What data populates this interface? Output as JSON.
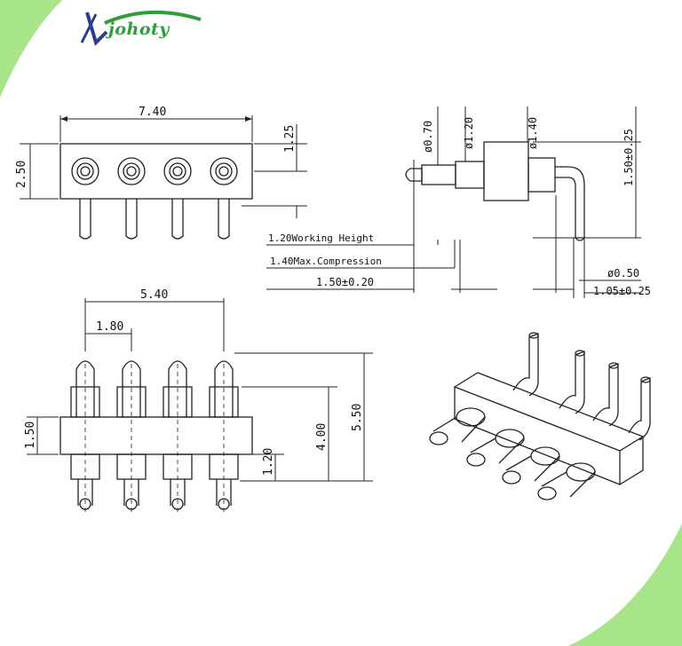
{
  "brand": {
    "name": "johoty",
    "accent": "#9be07a",
    "logo_green": "#2e9e3a",
    "logo_blue": "#2a3e8c"
  },
  "dims": {
    "front_width": "7.40",
    "front_height": "2.50",
    "front_hole_offset": "1.25",
    "side_d070": "ø0.70",
    "side_d120": "ø1.20",
    "side_d140": "ø1.40",
    "side_150_025": "1.50±0.25",
    "working_height": "1.20Working Height",
    "max_compression": "1.40Max.Compression",
    "side_150_020": "1.50±0.20",
    "side_d050": "ø0.50",
    "side_105_025": "1.05±0.25",
    "top_width": "5.40",
    "top_pitch": "1.80",
    "top_150": "1.50",
    "top_400": "4.00",
    "top_550": "5.50",
    "top_120": "1.20"
  }
}
